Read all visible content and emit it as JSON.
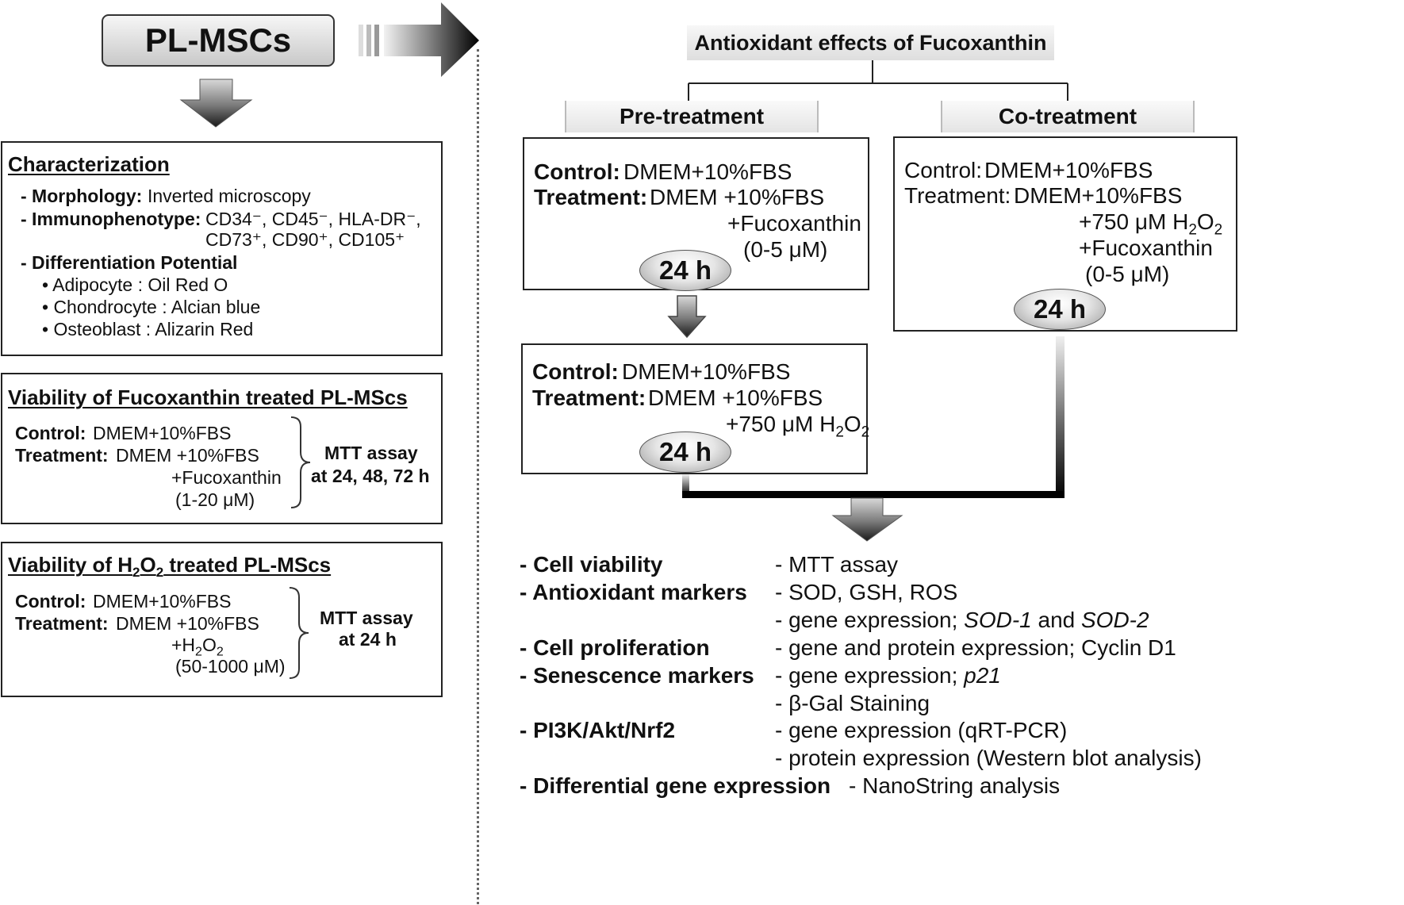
{
  "pl_mscs": {
    "title": "PL-MSCs"
  },
  "characterization": {
    "title": "Characterization",
    "morphology_label": "- Morphology:",
    "morphology_value": "Inverted microscopy",
    "immuno_label": "- Immunophenotype:",
    "immuno_line1": "CD34⁻, CD45⁻, HLA-DR⁻,",
    "immuno_line2": "CD73⁺, CD90⁺, CD105⁺",
    "diff_label": "- Differentiation Potential",
    "diff_items": [
      "•  Adipocyte : Oil Red O",
      "•  Chondrocyte : Alcian blue",
      "•  Osteoblast : Alizarin Red"
    ]
  },
  "fuco_viability": {
    "title": "Viability of Fucoxanthin treated PL-MScs",
    "control_label": "Control:",
    "control_value": "DMEM+10%FBS",
    "treatment_label": "Treatment:",
    "treatment_value": "DMEM +10%FBS",
    "treatment_line2": "+Fucoxanthin",
    "treatment_line3": "(1-20 μM)",
    "assay_line1": "MTT assay",
    "assay_line2": "at 24, 48, 72 h"
  },
  "h2o2_viability": {
    "title_pre": "Viability of H",
    "title_sub1": "2",
    "title_mid": "O",
    "title_sub2": "2",
    "title_post": " treated PL-MScs",
    "control_label": "Control:",
    "control_value": "DMEM+10%FBS",
    "treatment_label": "Treatment:",
    "treatment_value": "DMEM +10%FBS",
    "treatment_line2_pre": "+H",
    "treatment_line2_sub1": "2",
    "treatment_line2_mid": "O",
    "treatment_line2_sub2": "2",
    "treatment_line3": "(50-1000 μM)",
    "assay_line1": "MTT assay",
    "assay_line2": "at 24 h"
  },
  "antioxidant": {
    "title": "Antioxidant effects of Fucoxanthin"
  },
  "pretreatment": {
    "header": "Pre-treatment",
    "step1": {
      "control_label": "Control:",
      "control_value": "DMEM+10%FBS",
      "treatment_label": "Treatment:",
      "treatment_value": "DMEM  +10%FBS",
      "line2": "+Fucoxanthin",
      "line3": "(0-5 μM)",
      "time": "24 h"
    },
    "step2": {
      "control_label": "Control:",
      "control_value": "DMEM+10%FBS",
      "treatment_label": "Treatment:",
      "treatment_value": "DMEM  +10%FBS",
      "line2_pre": "+750 μM H",
      "line2_sub1": "2",
      "line2_mid": "O",
      "line2_sub2": "2",
      "time": "24 h"
    }
  },
  "cotreatment": {
    "header": "Co-treatment",
    "control_label": "Control:",
    "control_value": "DMEM+10%FBS",
    "treatment_label": "Treatment:",
    "treatment_value": "DMEM+10%FBS",
    "line2_pre": "+750 μM H",
    "line2_sub1": "2",
    "line2_mid": "O",
    "line2_sub2": "2",
    "line3": "+Fucoxanthin",
    "line4": "(0-5 μM)",
    "time": "24 h"
  },
  "results": [
    {
      "label": "- Cell viability",
      "value": "- MTT assay"
    },
    {
      "label": "- Antioxidant markers",
      "value": "- SOD, GSH, ROS"
    },
    {
      "label": "",
      "value_pre": "- gene expression; ",
      "value_i1": "SOD-1",
      "value_mid": " and ",
      "value_i2": "SOD-2"
    },
    {
      "label": "- Cell proliferation",
      "value": "- gene and protein expression; Cyclin D1"
    },
    {
      "label": "- Senescence markers",
      "value_pre": "- gene expression; ",
      "value_i1": "p21"
    },
    {
      "label": "",
      "value": "- β-Gal Staining"
    },
    {
      "label": "- PI3K/Akt/Nrf2",
      "value": "- gene expression (qRT-PCR)"
    },
    {
      "label": "",
      "value": "- protein expression (Western blot analysis)"
    },
    {
      "label": "- Differential gene expression",
      "value": "- NanoString analysis"
    }
  ]
}
